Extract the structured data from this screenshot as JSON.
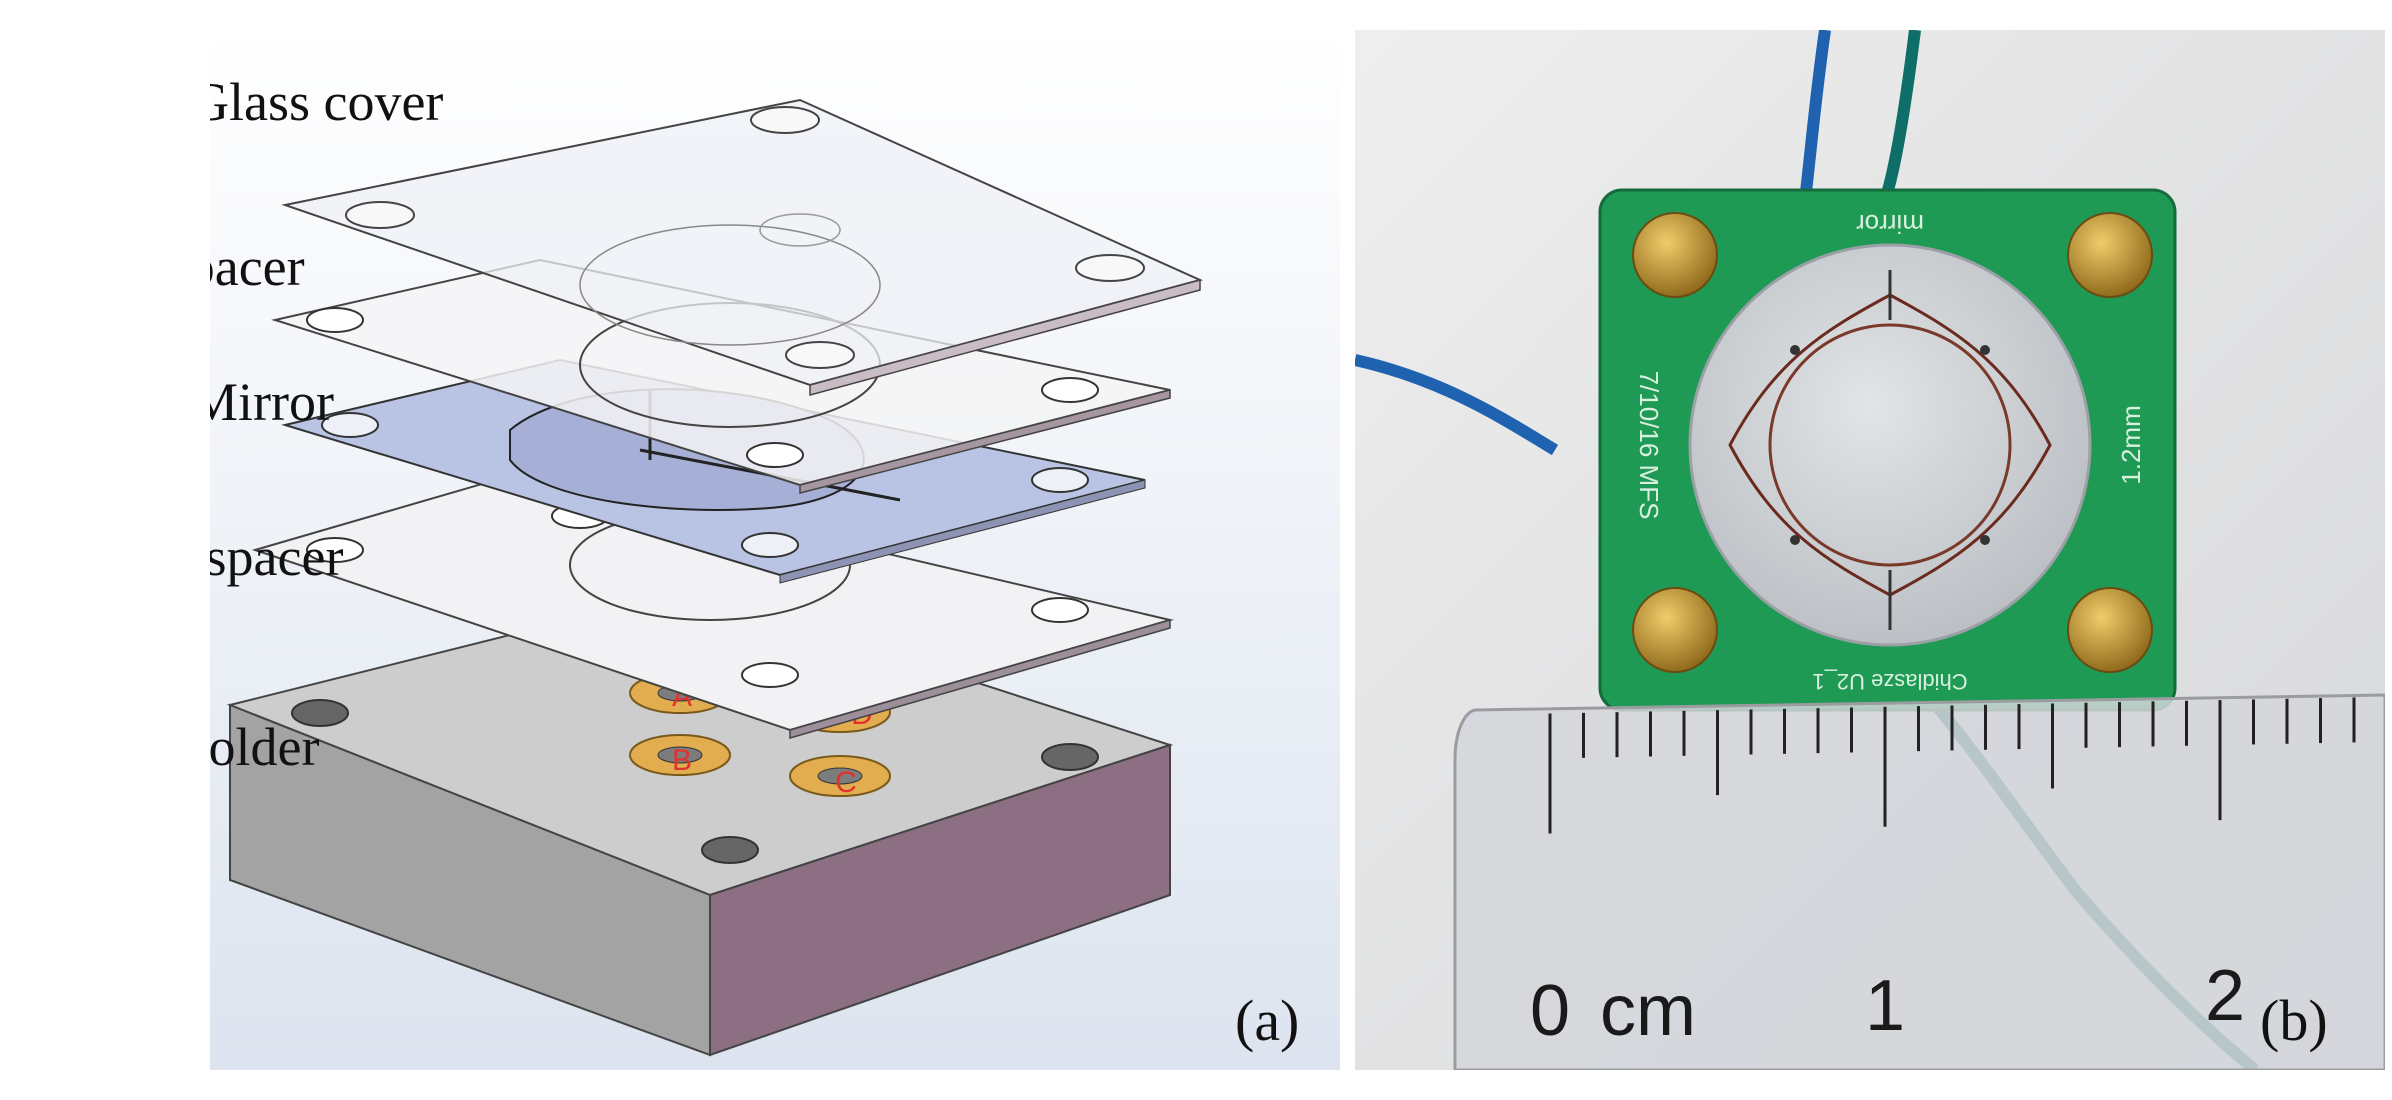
{
  "panel_a": {
    "labels": {
      "glass_cover": "Glass cover",
      "top_spacer": "Top spacer",
      "mirror": "Mirror",
      "bottom_spacer": "Bottom spacer",
      "coil_holder": "Coil holder"
    },
    "coil_letters": [
      "A",
      "B",
      "C",
      "D"
    ],
    "panel_tag": "(a)",
    "colors": {
      "background_top": "#ffffff",
      "background_bottom": "#dfe6f0",
      "glass": "#eef0f5",
      "mirror": "#b9c3e3",
      "holder_top": "#cfcfcf",
      "holder_side_front": "#8c6f82",
      "holder_side_left": "#a4a4a4",
      "coil": "#e2ad4f",
      "coil_letter": "#e0322f"
    }
  },
  "panel_b": {
    "pcb_text": {
      "top": "mirror",
      "left": "7/10/16 MFS",
      "right": "1.2mm",
      "bottom": "Chidlasze U2_1"
    },
    "ruler": {
      "labels": [
        "0",
        "cm",
        "1",
        "2"
      ]
    },
    "panel_tag": "(b)",
    "colors": {
      "pcb": "#1f9a55",
      "screw": "#c8962c",
      "mirror_disc": "#cfd2d6",
      "wire_blue": "#1f63b0",
      "wire_teal": "#0f6f68"
    }
  }
}
